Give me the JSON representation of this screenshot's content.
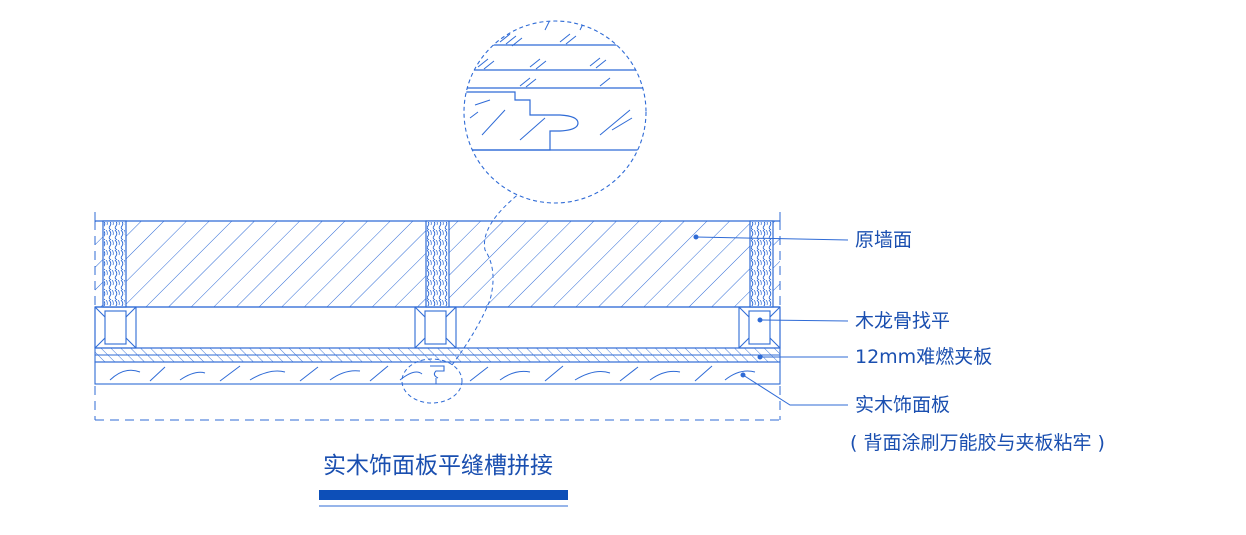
{
  "labels": {
    "original_wall": "原墙面",
    "wood_keel": "木龙骨找平",
    "fire_board": "12mm难燃夹板",
    "veneer": "实木饰面板",
    "veneer_note": "( 背面涂刷万能胶与夹板粘牢 )"
  },
  "title": "实木饰面板平缝槽拼接",
  "colors": {
    "line": "#2f6bd6",
    "text": "#1a4fb0",
    "title_bar": "#0d4fb8"
  }
}
